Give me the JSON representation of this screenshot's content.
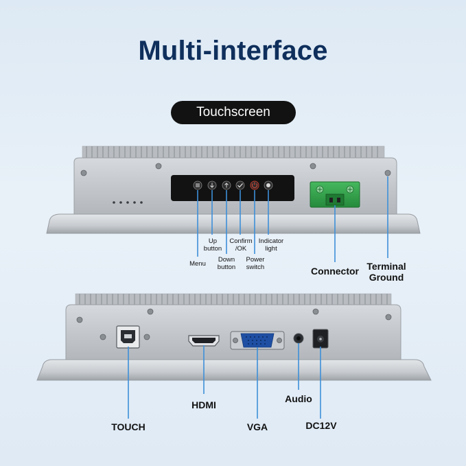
{
  "title": "Multi-interface",
  "section_badge": "Touchscreen",
  "colors": {
    "title": "#0f2f5c",
    "callout_line": "#3d8fd9",
    "panel": "#121212",
    "connector": "#2f9e4a"
  },
  "front_panel": {
    "buttons": [
      {
        "icon": "menu-icon",
        "label": "Menu"
      },
      {
        "icon": "down-arrow-icon",
        "label": "Up\nbutton"
      },
      {
        "icon": "up-arrow-icon",
        "label": "Down\nbutton"
      },
      {
        "icon": "check-icon",
        "label": "Confirm\n/OK"
      },
      {
        "icon": "power-icon",
        "label": "Power\nswitch"
      },
      {
        "icon": "indicator-light-icon",
        "label": "Indicator\nlight"
      }
    ],
    "connector_label": "Connector",
    "terminal_ground_label": "Terminal\nGround"
  },
  "rear_panel": {
    "ports": [
      {
        "name": "touch",
        "label": "TOUCH"
      },
      {
        "name": "hdmi",
        "label": "HDMI"
      },
      {
        "name": "vga",
        "label": "VGA"
      },
      {
        "name": "audio",
        "label": "Audio"
      },
      {
        "name": "dc",
        "label": "DC12V"
      }
    ]
  }
}
